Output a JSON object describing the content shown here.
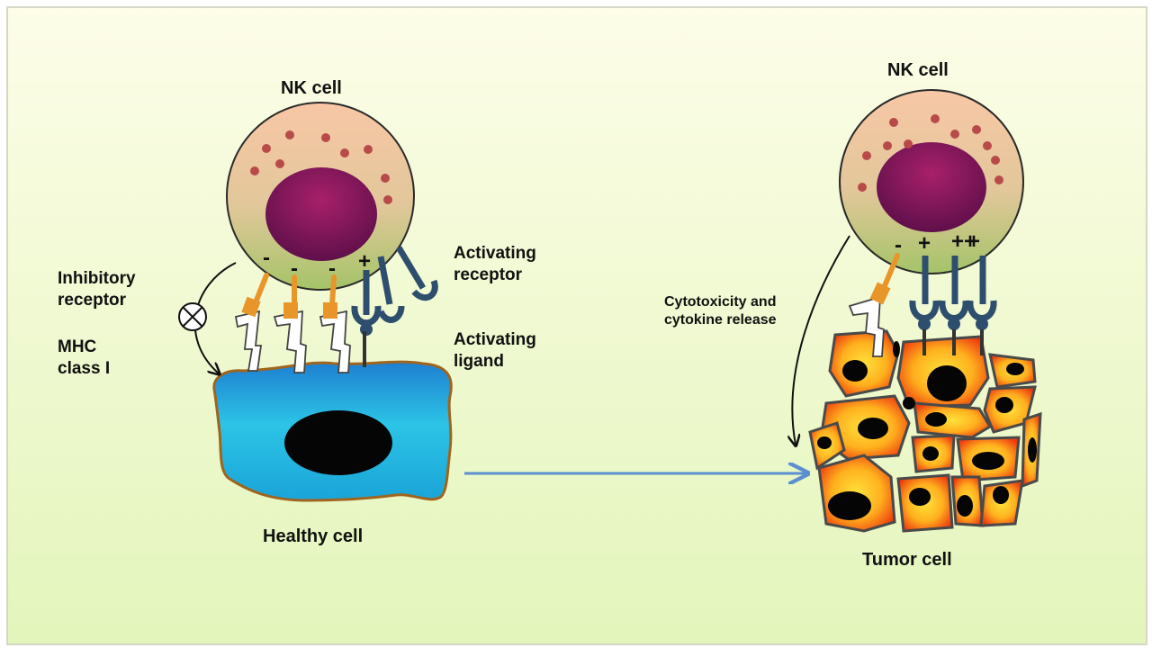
{
  "left_panel": {
    "nk_cell_label": "NK  cell",
    "inhibitory_receptor_label": [
      "Inhibitory",
      "receptor"
    ],
    "mhc_label": [
      "MHC",
      "class I"
    ],
    "activating_receptor_label": [
      "Activating",
      "receptor"
    ],
    "activating_ligand_label": [
      "Activating",
      "ligand"
    ],
    "healthy_cell_label": "Healthy  cell",
    "signs": [
      "-",
      "-",
      "-",
      "+"
    ]
  },
  "right_panel": {
    "nk_cell_label": "NK  cell",
    "cytotoxicity_label": [
      "Cytotoxicity and",
      "cytokine release"
    ],
    "tumor_cell_label": "Tumor  cell",
    "signs": [
      "-",
      "+",
      "++",
      "+"
    ]
  },
  "colors": {
    "background_top": "#fdfde8",
    "background_bottom": "#e6f7bf",
    "nk_cell_top": "#f7c6a3",
    "nk_cell_bottom": "#a8c86a",
    "nucleus": "#8a1a5e",
    "granule": "#b84a4a",
    "receptor_orange": "#e8962a",
    "receptor_blue": "#2e4e6e",
    "healthy_cell": "#22b8e0",
    "tumor_cell_outer": "#f04a10",
    "tumor_cell_inner": "#ffd020",
    "arrow_blue": "#5b8fd0"
  },
  "icons": [
    "inhibition-circle-x-icon",
    "curved-arrow-icon",
    "horizontal-arrow-icon"
  ]
}
